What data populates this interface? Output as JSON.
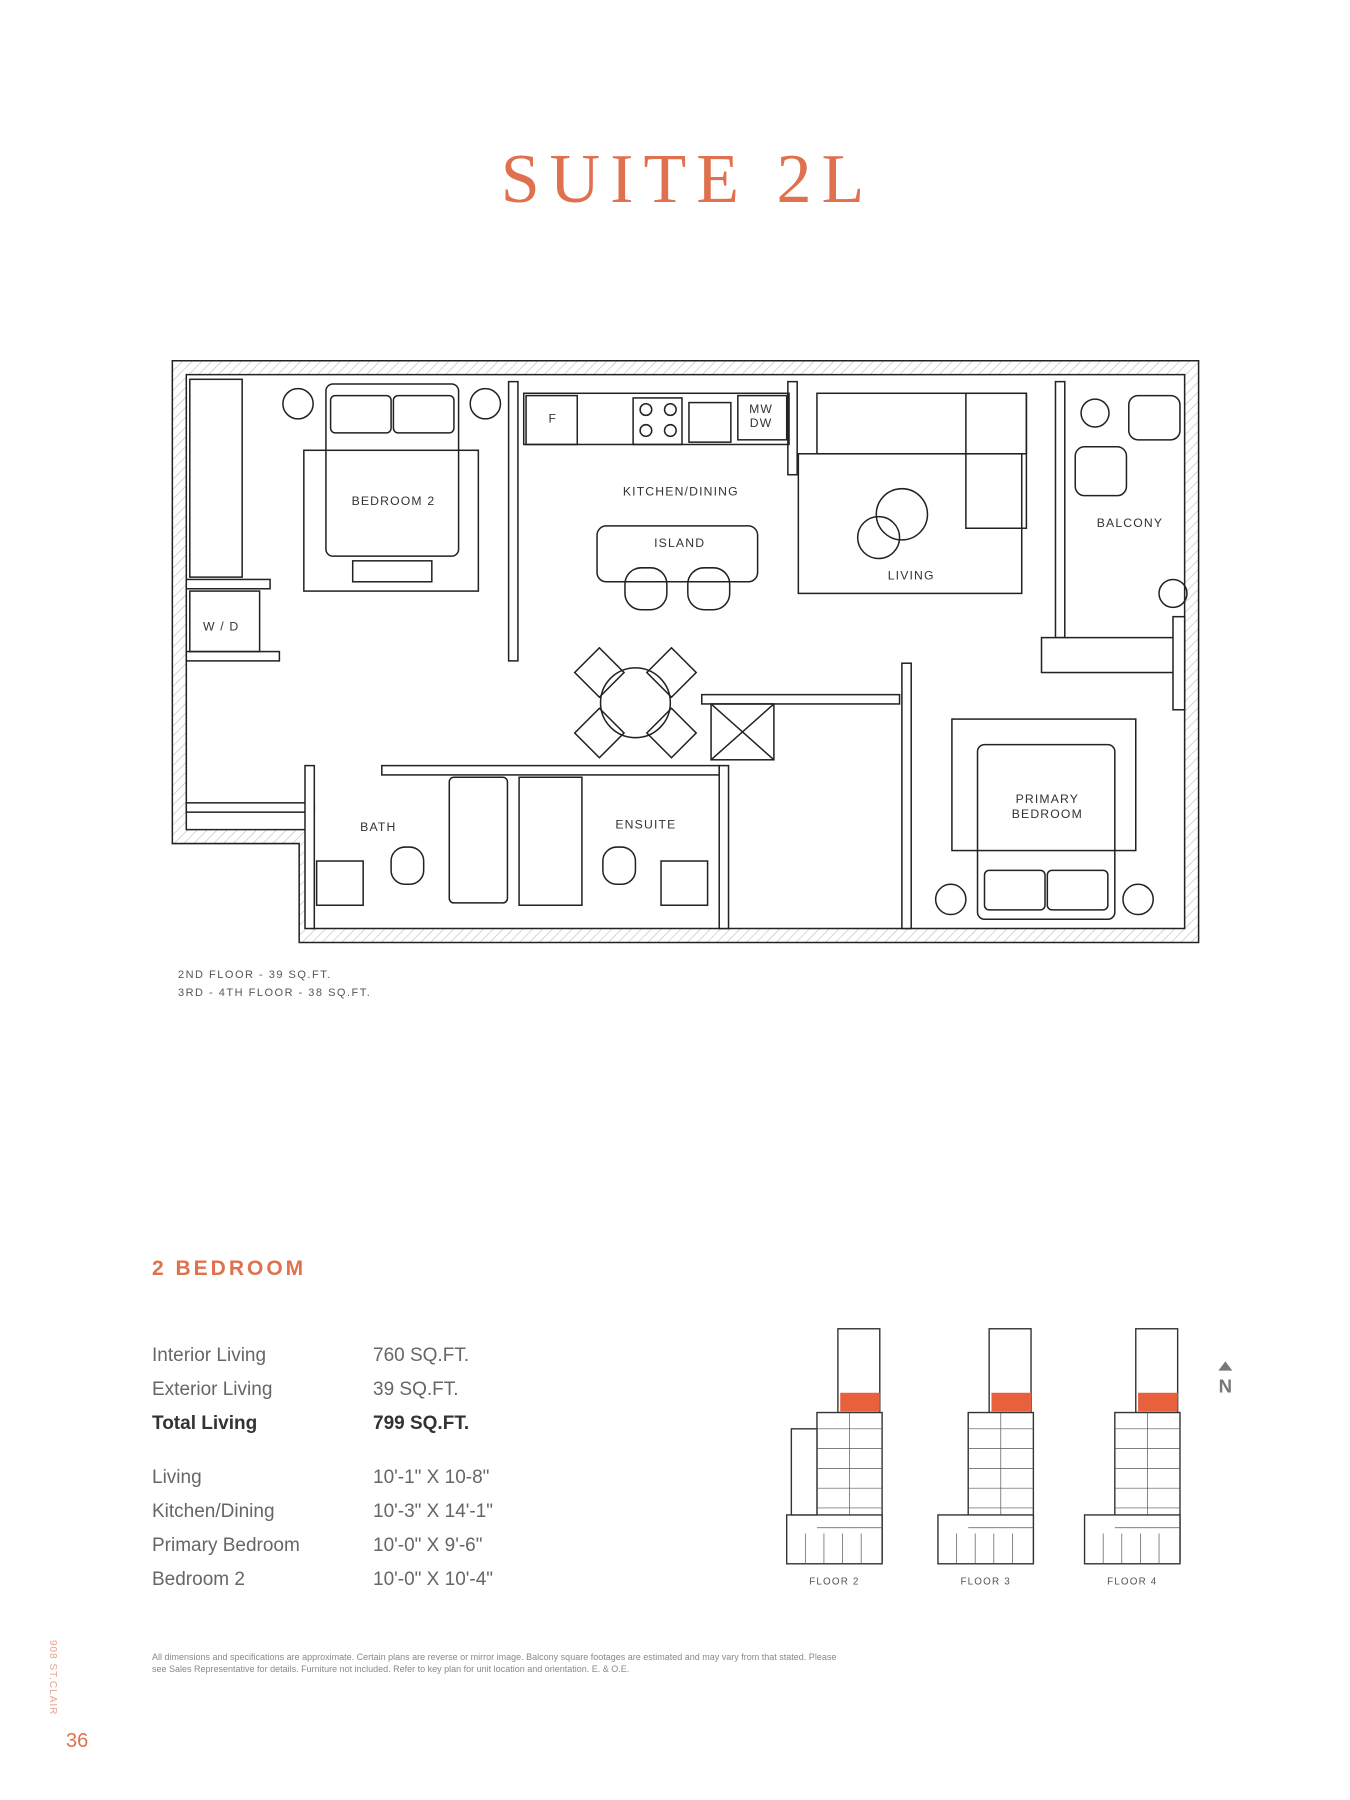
{
  "title": "SUITE 2L",
  "floorplan": {
    "rooms": {
      "bedroom2": "BEDROOM 2",
      "kitchen": "KITCHEN/DINING",
      "island": "ISLAND",
      "living": "LIVING",
      "balcony": "BALCONY",
      "wd": "W / D",
      "bath": "BATH",
      "ensuite": "ENSUITE",
      "primary_1": "PRIMARY",
      "primary_2": "BEDROOM",
      "fridge": "F",
      "mw": "MW",
      "dw": "DW"
    },
    "balcony_notes": [
      "2ND FLOOR - 39 SQ.FT.",
      "3RD - 4TH FLOOR - 38 SQ.FT."
    ]
  },
  "unit_type": "2 BEDROOM",
  "areas": [
    {
      "label": "Interior Living",
      "value": "760 SQ.FT."
    },
    {
      "label": "Exterior Living",
      "value": "39 SQ.FT."
    },
    {
      "label": "Total Living",
      "value": "799 SQ.FT."
    }
  ],
  "dimensions": [
    {
      "label": "Living",
      "value": "10'-1\" X 10-8\""
    },
    {
      "label": "Kitchen/Dining",
      "value": "10'-3\" X 14'-1\""
    },
    {
      "label": "Primary Bedroom",
      "value": "10'-0\" X 9'-6\""
    },
    {
      "label": "Bedroom 2",
      "value": "10'-0\" X 10'-4\""
    }
  ],
  "keyplan": {
    "floors": [
      "FLOOR 2",
      "FLOOR 3",
      "FLOOR 4"
    ],
    "north": "N",
    "highlight_color": "#e8603c"
  },
  "disclaimer": "All dimensions and specifications are approximate. Certain plans are reverse or mirror image. Balcony square footages are estimated and may vary from that stated. Please see Sales Representative for details. Furniture not included. Refer to key plan for unit location and orientation. E. & O.E.",
  "side_label": "908 ST.CLAIR",
  "page_number": "36",
  "colors": {
    "accent": "#e0714f"
  }
}
